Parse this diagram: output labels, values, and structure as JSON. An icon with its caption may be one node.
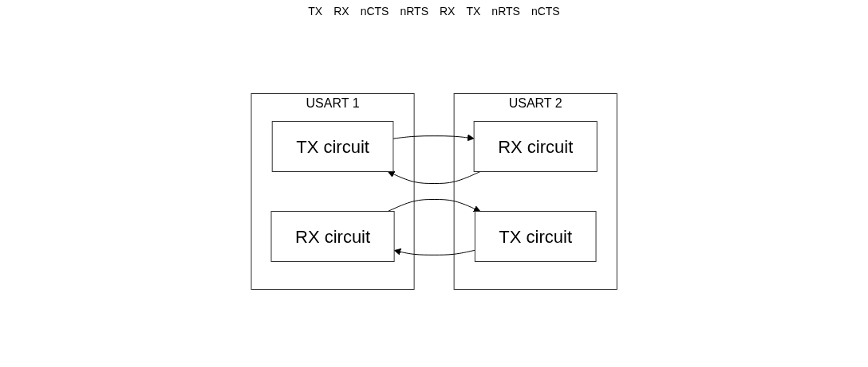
{
  "diagram": {
    "nodes": [
      {
        "text": [
          "USART 1"
        ]
      },
      {
        "text": [
          "TX circuit"
        ],
        "in": 0
      },
      {
        "text": [
          "RX circuit"
        ],
        "in": 0
      },
      {
        "text": [
          "USART 2"
        ]
      },
      {
        "text": [
          "RX circuit"
        ],
        "in": 3
      },
      {
        "text": [
          "TX circuit"
        ],
        "in": 3
      }
    ],
    "edges": [
      {
        "from": 1,
        "to": 4,
        "arrow": "to"
      },
      {
        "from": 4,
        "to": 1,
        "arrow": "to"
      },
      {
        "from": 5,
        "to": 2,
        "arrow": "to"
      },
      {
        "from": 2,
        "to": 5,
        "arrow": "to"
      }
    ],
    "labels": [
      "TX",
      "RX",
      "nCTS",
      "nRTS",
      "RX",
      "TX",
      "nRTS",
      "nCTS"
    ]
  }
}
